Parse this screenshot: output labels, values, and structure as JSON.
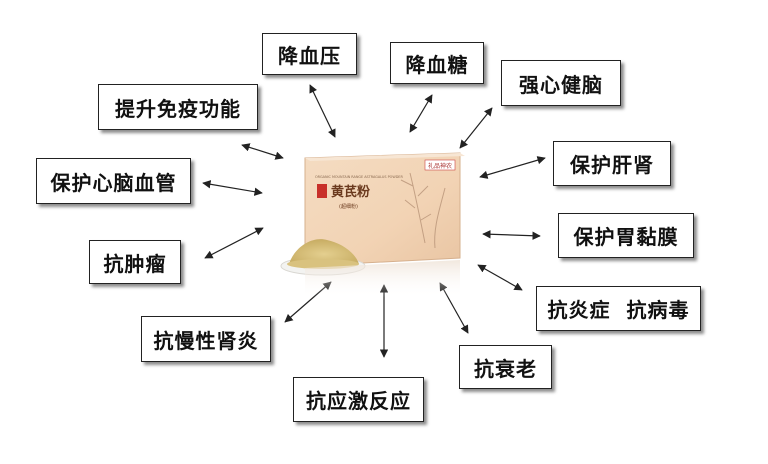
{
  "center": {
    "product_title": "黄芪粉",
    "product_subtitle": "(超细粉)",
    "product_english": "ORGANIC MOUNTAIN RANGE ASTRAGALUS POWDER",
    "brand_label": "礼品神农"
  },
  "benefits": [
    {
      "label": "降血压"
    },
    {
      "label": "降血糖"
    },
    {
      "label": "强心健脑"
    },
    {
      "label": "提升免疫功能"
    },
    {
      "label": "保护肝肾"
    },
    {
      "label": "保护心脑血管"
    },
    {
      "label": "保护胃黏膜"
    },
    {
      "label": "抗肿瘤"
    },
    {
      "label": "抗炎症  抗病毒"
    },
    {
      "label": "抗慢性肾炎"
    },
    {
      "label": "抗衰老"
    },
    {
      "label": "抗应激反应"
    }
  ]
}
